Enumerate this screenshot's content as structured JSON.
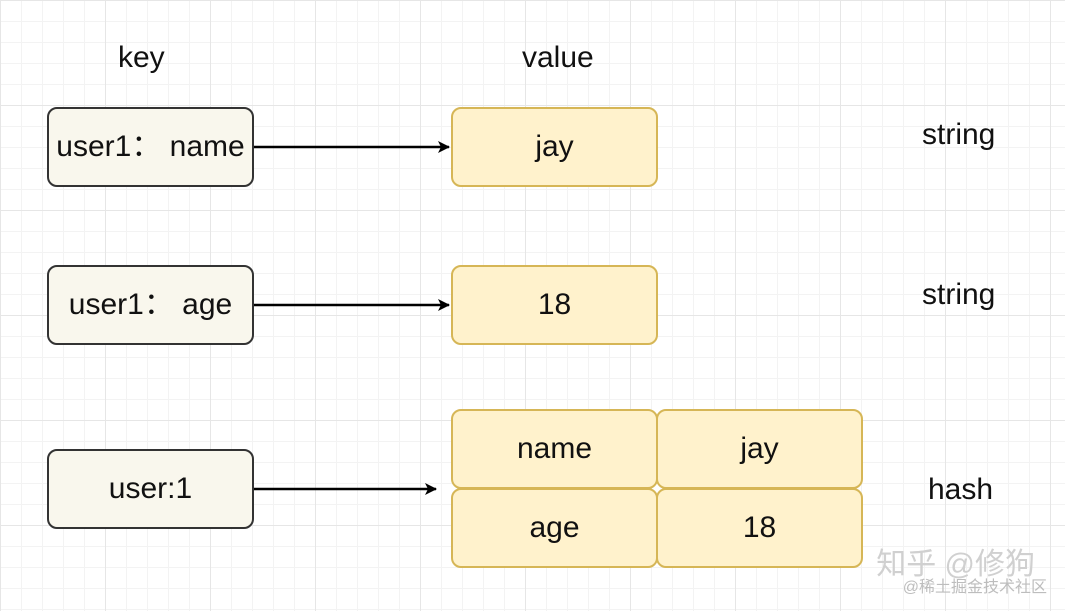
{
  "headers": {
    "key": "key",
    "value": "value"
  },
  "rows": [
    {
      "key": "user1： name",
      "value": "jay",
      "type": "string"
    },
    {
      "key": "user1： age",
      "value": "18",
      "type": "string"
    },
    {
      "key": "user:1",
      "fields": [
        {
          "field": "name",
          "value": "jay"
        },
        {
          "field": "age",
          "value": "18"
        }
      ],
      "type": "hash"
    }
  ],
  "watermark": {
    "main": "知乎 @修狗",
    "sub": "@稀土掘金技术社区"
  },
  "colors": {
    "key_fill": "#f9f7ed",
    "key_stroke": "#333333",
    "value_fill": "#fff2cc",
    "value_stroke": "#d6b656",
    "arrow": "#000000"
  }
}
